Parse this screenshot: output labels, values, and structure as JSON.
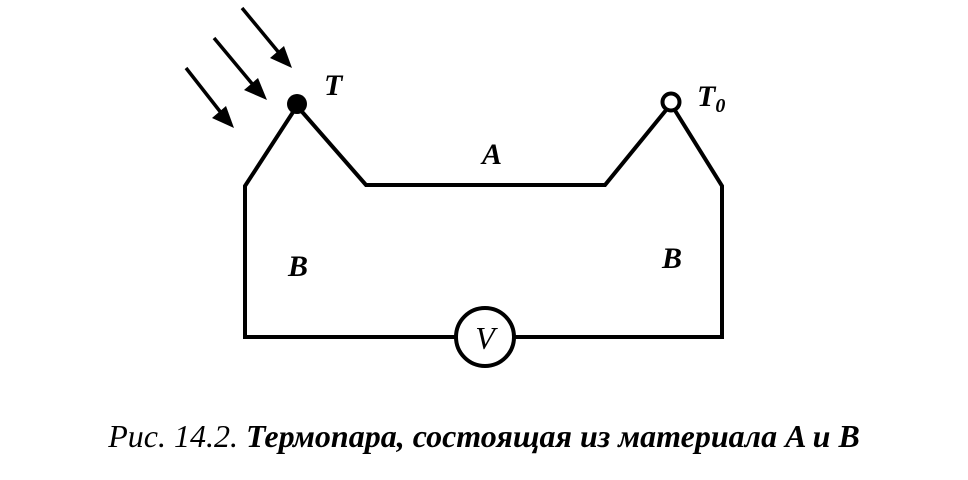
{
  "diagram": {
    "labels": {
      "hot_junction": "T",
      "cold_junction_base": "T",
      "cold_junction_sub": "0",
      "material_a": "A",
      "material_b_left": "B",
      "material_b_right": "B",
      "meter": "V"
    },
    "colors": {
      "ink": "#000000",
      "background": "#ffffff"
    },
    "icons": {
      "radiation": "heat-radiation-arrows-icon",
      "hot_junction": "filled-dot-icon",
      "cold_junction": "hollow-dot-icon",
      "meter": "voltmeter-icon"
    }
  },
  "caption": {
    "prefix": "Рис. 14.2.",
    "body": "Термопара, состоящая из материала A и B"
  }
}
